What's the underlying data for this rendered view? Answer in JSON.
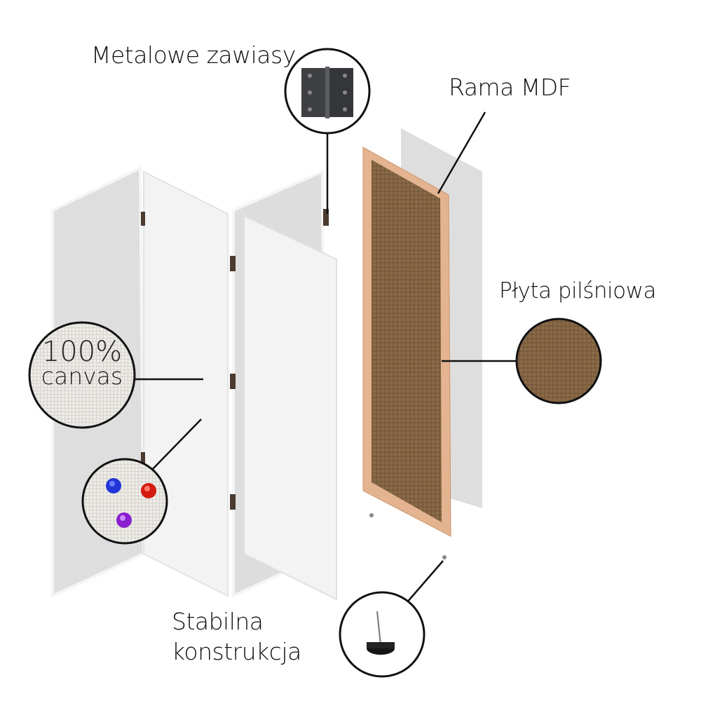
{
  "labels": {
    "hinges": "Metalowe zawiasy",
    "frame": "Rama MDF",
    "fiberboard": "Płyta pilśniowa",
    "canvas_line1": "100%",
    "canvas_line2": "canvas",
    "construction_line1": "Stabilna",
    "construction_line2": "konstrukcja"
  },
  "colors": {
    "frame_wood": "#e3b48f",
    "fiberboard": "#8c6a48",
    "panel_white": "#f4f4f4",
    "panel_grey": "#dcdcdc"
  }
}
